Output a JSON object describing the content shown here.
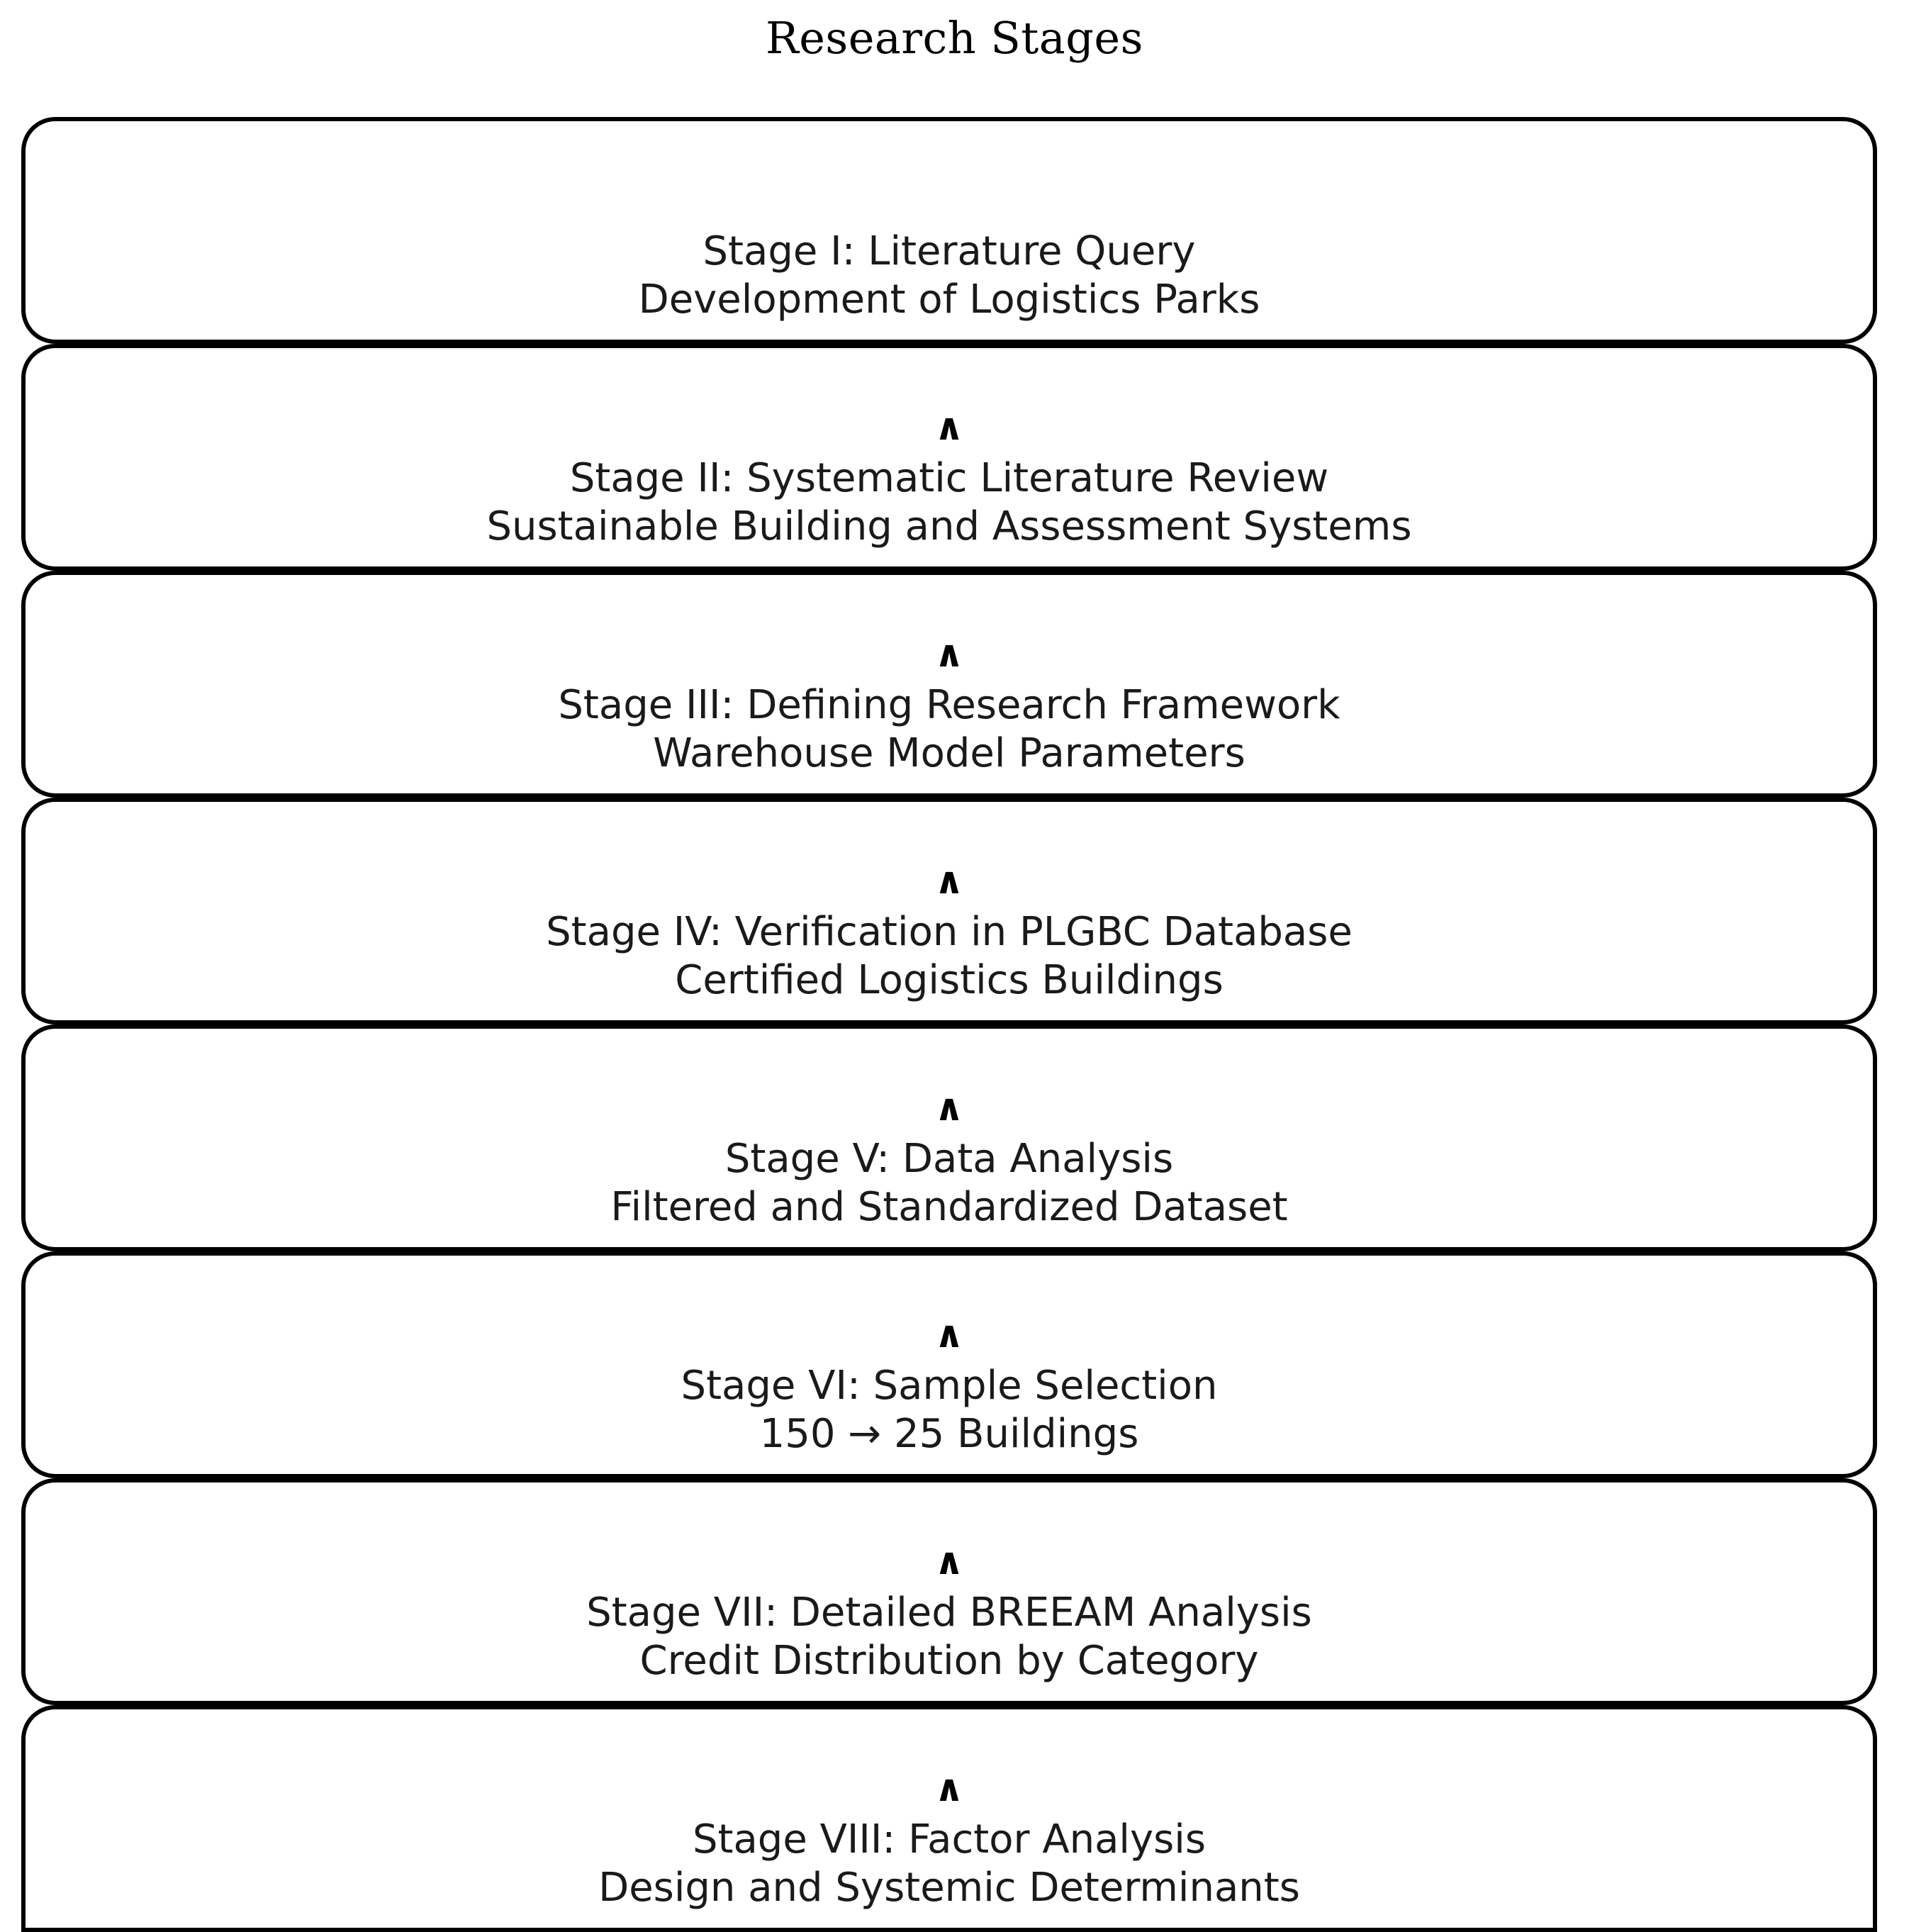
{
  "title": "Research Stages",
  "colors": {
    "background": "#ffffff",
    "box_border": "#000000",
    "box_fill": "#ffffff",
    "text": "#1a1a1a",
    "title_text": "#000000"
  },
  "connector": {
    "glyph": "∧",
    "name": "chevron-up-icon"
  },
  "chart_data": {
    "type": "flowchart",
    "title": "Research Stages",
    "orientation": "vertical-stack",
    "connector_glyph": "∧",
    "node_count": 8,
    "nodes": [
      {
        "id": "stage-1",
        "index": 1,
        "numeral": "I",
        "heading": "Stage I: Literature Query",
        "subtext": "Development of Logistics Parks",
        "has_connector": false
      },
      {
        "id": "stage-2",
        "index": 2,
        "numeral": "II",
        "heading": "Stage II: Systematic Literature Review",
        "subtext": "Sustainable Building and Assessment Systems",
        "has_connector": true
      },
      {
        "id": "stage-3",
        "index": 3,
        "numeral": "III",
        "heading": "Stage III: Defining Research Framework",
        "subtext": "Warehouse Model Parameters",
        "has_connector": true
      },
      {
        "id": "stage-4",
        "index": 4,
        "numeral": "IV",
        "heading": "Stage IV: Verification in PLGBC Database",
        "subtext": "Certified Logistics Buildings",
        "has_connector": true
      },
      {
        "id": "stage-5",
        "index": 5,
        "numeral": "V",
        "heading": "Stage V: Data Analysis",
        "subtext": "Filtered and Standardized Dataset",
        "has_connector": true
      },
      {
        "id": "stage-6",
        "index": 6,
        "numeral": "VI",
        "heading": "Stage VI: Sample Selection",
        "subtext": "150 → 25 Buildings",
        "has_connector": true
      },
      {
        "id": "stage-7",
        "index": 7,
        "numeral": "VII",
        "heading": "Stage VII: Detailed BREEAM Analysis",
        "subtext": "Credit Distribution by Category",
        "has_connector": true
      },
      {
        "id": "stage-8",
        "index": 8,
        "numeral": "VIII",
        "heading": "Stage VIII: Factor Analysis",
        "subtext": "Design and Systemic Determinants",
        "has_connector": true
      }
    ]
  }
}
